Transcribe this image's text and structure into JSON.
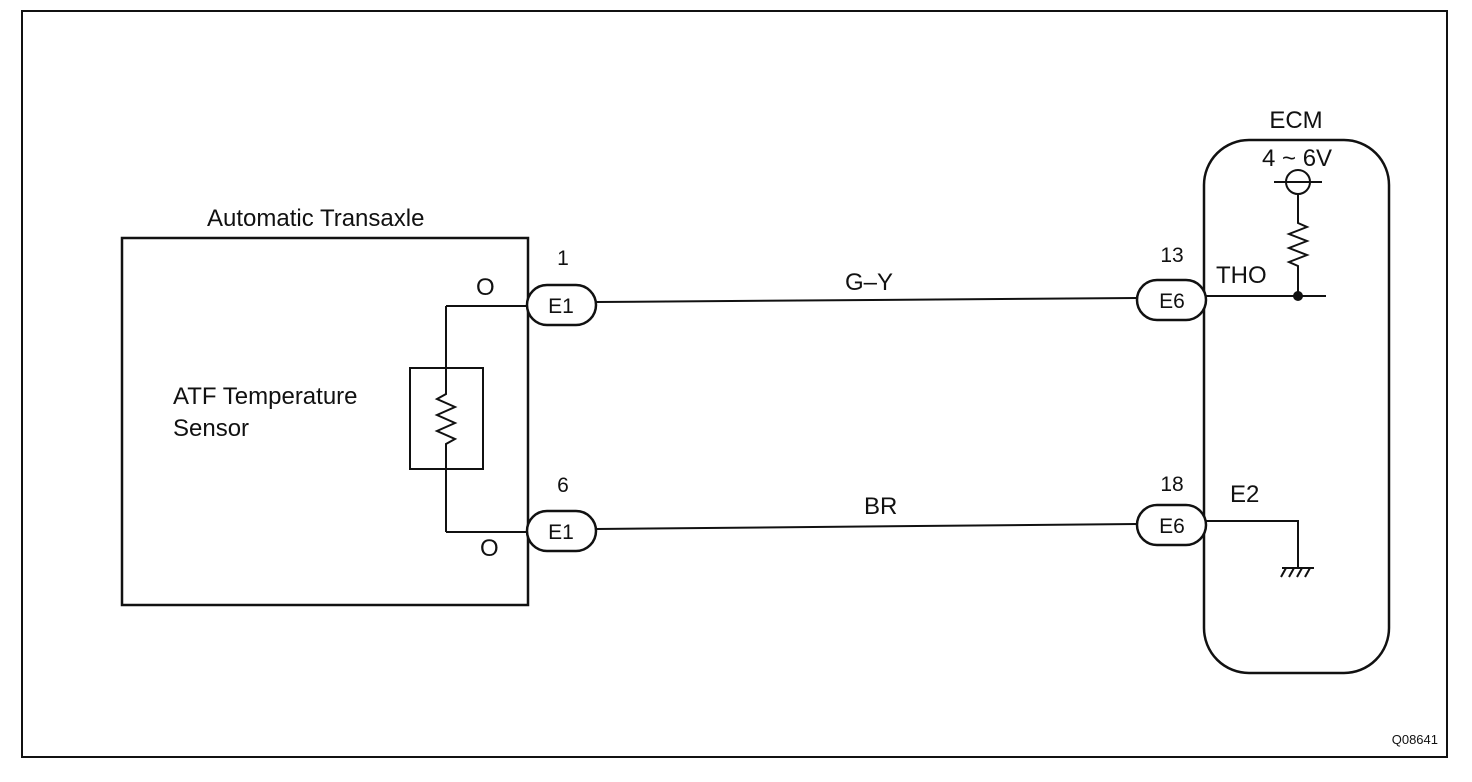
{
  "transaxle": {
    "title": "Automatic Transaxle",
    "sensor_line1": "ATF Temperature",
    "sensor_line2": "Sensor",
    "wire_color_top": "O",
    "wire_color_bottom": "O"
  },
  "connectors": {
    "e1_top": {
      "pin": "1",
      "label": "E1"
    },
    "e1_bottom": {
      "pin": "6",
      "label": "E1"
    },
    "e6_top": {
      "pin": "13",
      "label": "E6"
    },
    "e6_bottom": {
      "pin": "18",
      "label": "E6"
    }
  },
  "wires": {
    "top": "G–Y",
    "bottom": "BR"
  },
  "ecm": {
    "title": "ECM",
    "voltage": "4 ~ 6V",
    "terminal_top": "THO",
    "terminal_bottom": "E2"
  },
  "figure_code": "Q08641"
}
